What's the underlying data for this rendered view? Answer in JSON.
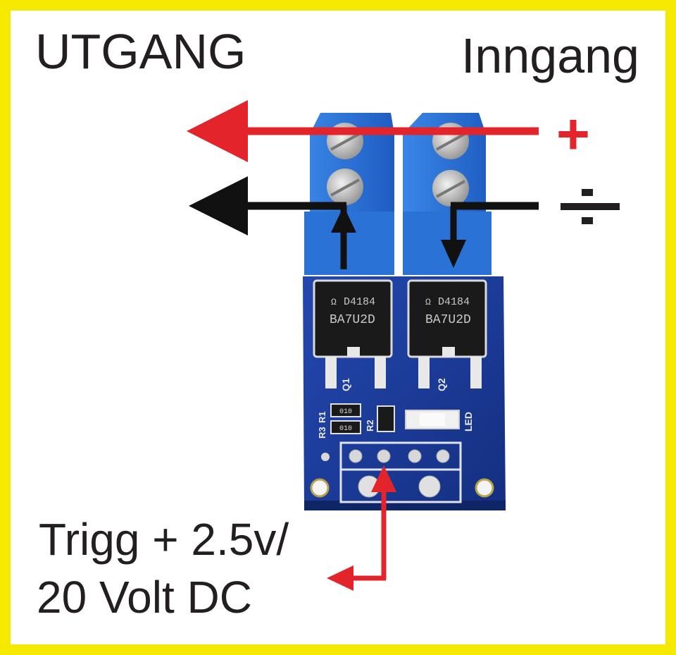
{
  "labels": {
    "output": "UTGANG",
    "input": "Inngang",
    "plus": "+",
    "trigger_line1": "Trigg + 2.5v/",
    "trigger_line2": "20 Volt DC"
  },
  "board": {
    "chip_left_line1": "D4184",
    "chip_left_line2": "BA7U2D",
    "chip_right_line1": "D4184",
    "chip_right_line2": "BA7U2D",
    "silk_q1": "Q1",
    "silk_q2": "Q2",
    "silk_r1": "R1",
    "silk_r2": "R2",
    "silk_r3": "R3",
    "silk_led": "LED",
    "resistor_a": "010",
    "resistor_b": "010"
  },
  "colors": {
    "frame": "#f5e900",
    "arrow_red": "#e3242b",
    "arrow_black": "#111111",
    "pcb_blue": "#1d3f9e",
    "terminal_blue": "#2a6fd6"
  },
  "icons": {
    "minus": "division-sign-icon",
    "chip_logo": "alpha-omega-logo-icon"
  }
}
